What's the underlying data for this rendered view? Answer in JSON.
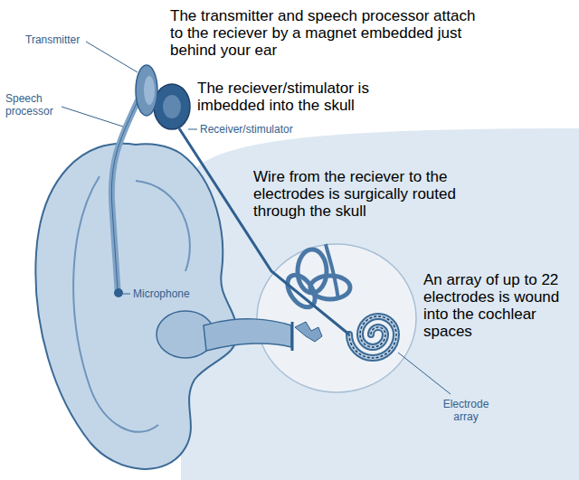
{
  "diagram": {
    "labels": [
      "The transmitter and speech processor attach to the reciever by a magnet embedded just behind your ear",
      "Transmitter",
      "The reciever/stimulator is imbedded into the skull",
      "Speech processor",
      "Receiver/stimulator",
      "Wire from the reciever to the electrodes is surgically routed through the skull",
      "An array of up to 22 electrodes is wound into the cochlear spaces",
      "Microphone",
      "Electrode array"
    ]
  }
}
